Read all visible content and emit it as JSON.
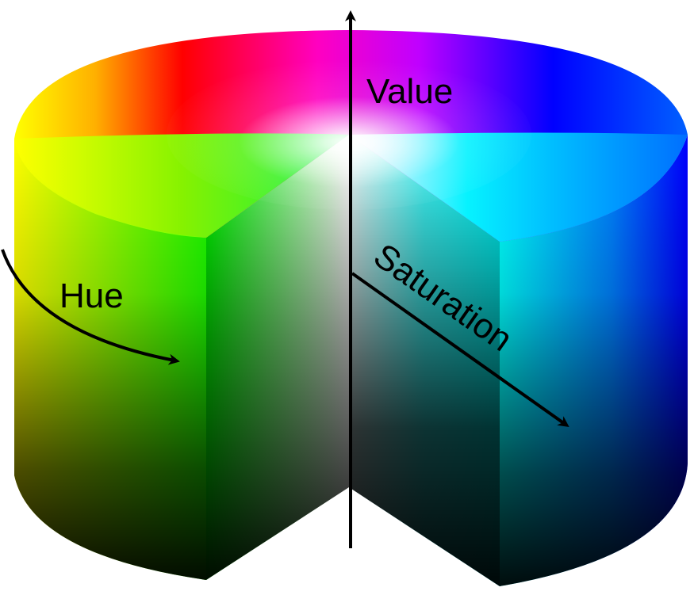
{
  "diagram": {
    "labels": {
      "value": "Value",
      "hue": "Hue",
      "saturation": "Saturation"
    },
    "colors": {
      "red": "#ff0000",
      "yellow": "#ffff00",
      "green": "#00ff00",
      "cyan": "#00ffff",
      "blue": "#0000ff",
      "magenta": "#ff00ff",
      "white": "#ffffff",
      "black": "#000000"
    }
  }
}
